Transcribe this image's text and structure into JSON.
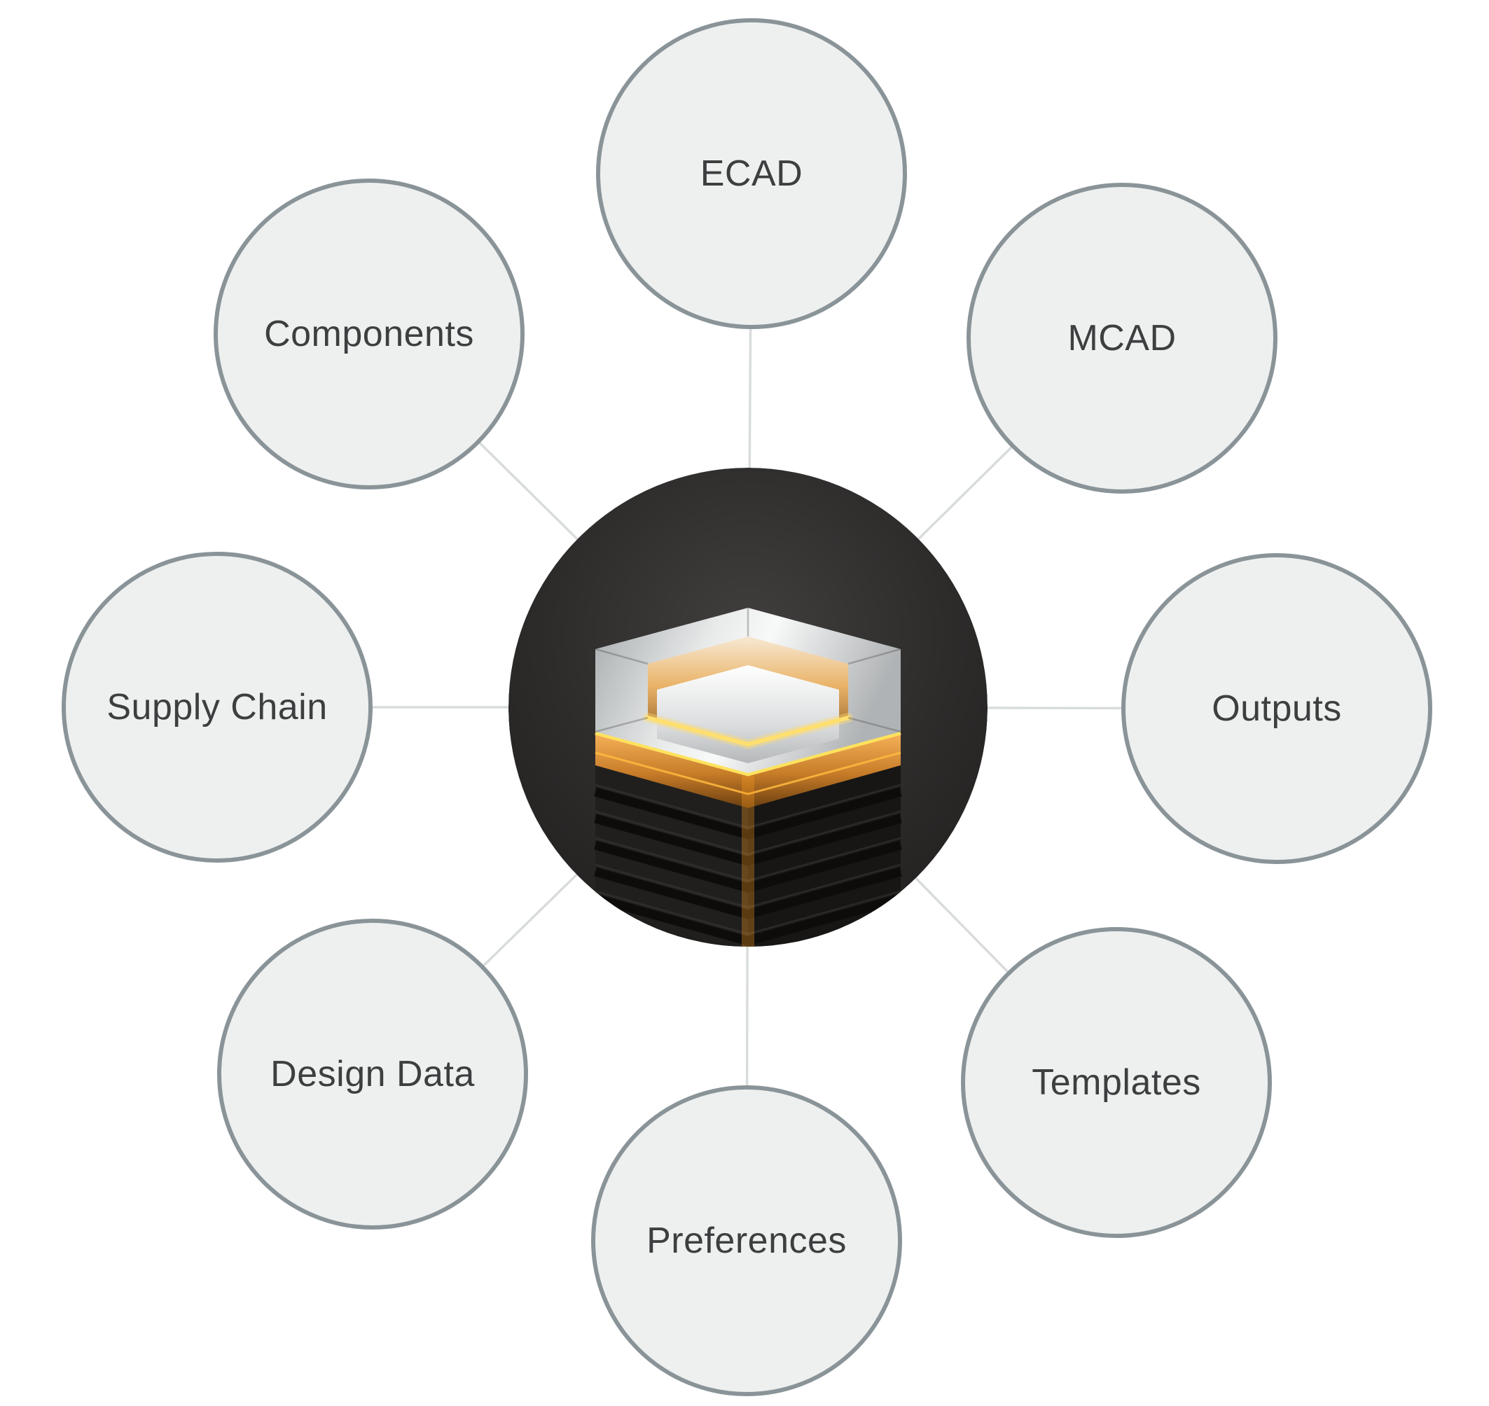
{
  "diagram": {
    "title": "",
    "nodes": [
      {
        "id": "ecad",
        "label": "ECAD"
      },
      {
        "id": "mcad",
        "label": "MCAD"
      },
      {
        "id": "outputs",
        "label": "Outputs"
      },
      {
        "id": "templates",
        "label": "Templates"
      },
      {
        "id": "preferences",
        "label": "Preferences"
      },
      {
        "id": "design-data",
        "label": "Design Data"
      },
      {
        "id": "supply-chain",
        "label": "Supply Chain"
      },
      {
        "id": "components",
        "label": "Components"
      }
    ],
    "center": {
      "icon": "hexagon-stack-icon",
      "description_colors": {
        "glow_accent": "#ffb019",
        "bevel_orange": "#e8963c",
        "chrome_light": "#f2f3f4",
        "stack_dark": "#1b1a19",
        "hub_background": "#2b2a29"
      }
    },
    "style": {
      "node_fill": "#eef0ef",
      "node_border": "#8a9498",
      "connector_color": "#d9dcdc",
      "label_color": "#3c3f40"
    }
  }
}
